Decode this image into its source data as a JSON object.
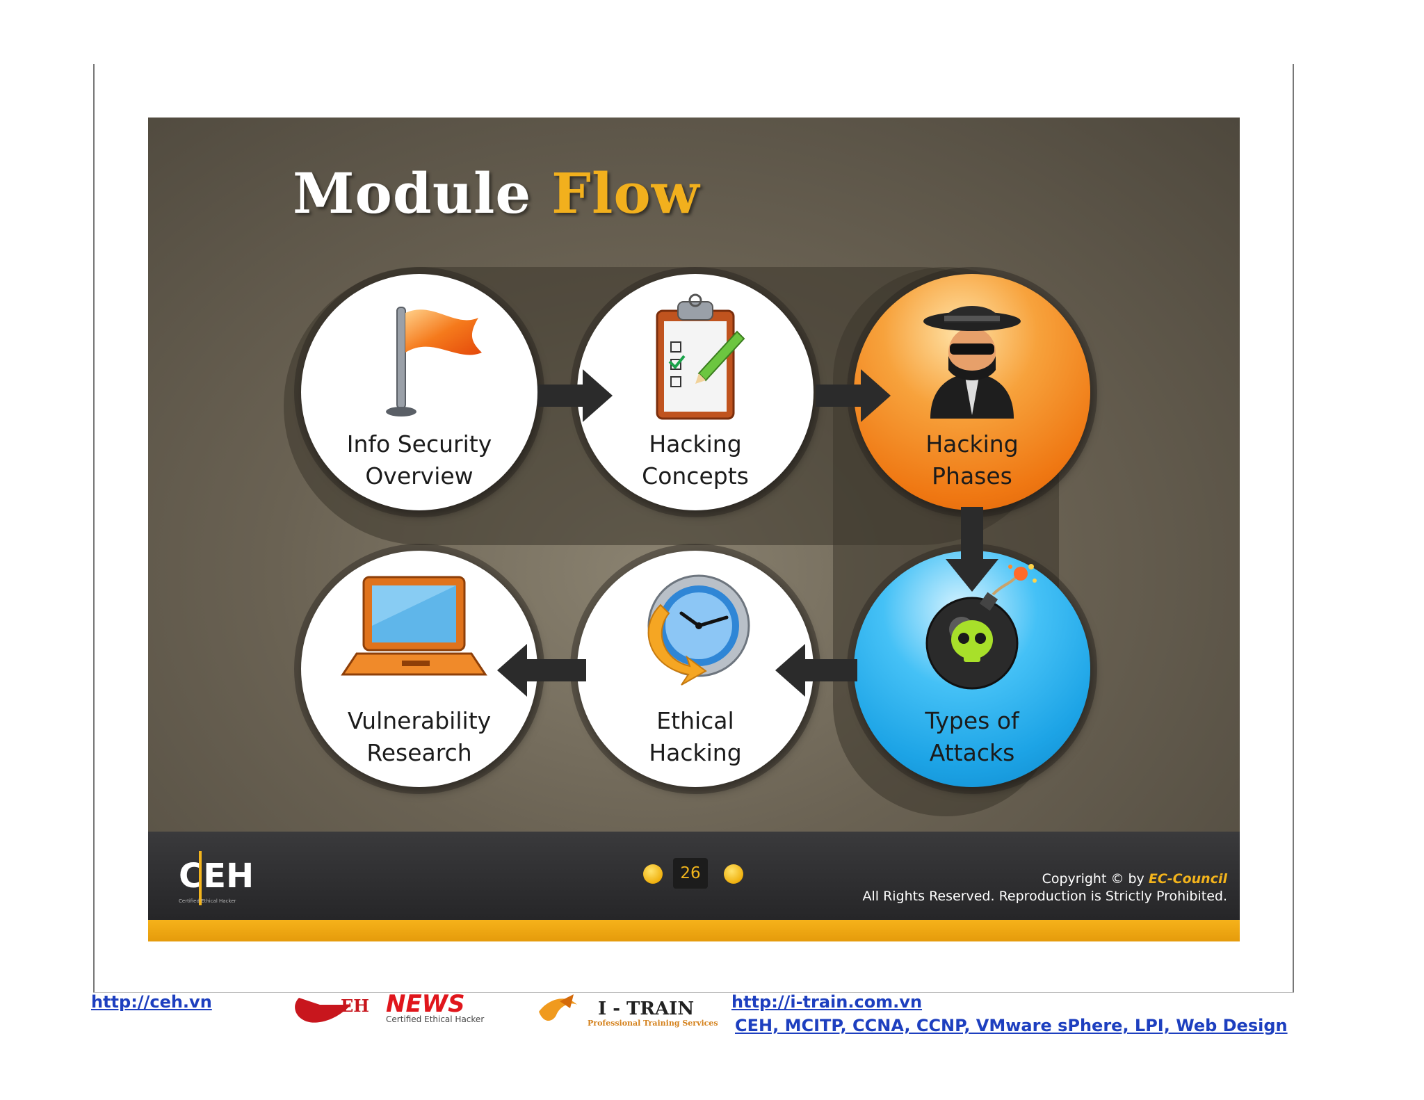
{
  "slide": {
    "title_main": "Module Flow",
    "title_word1": "Module",
    "title_word2": "Flow",
    "nodes": [
      {
        "label": "Info Security\nOverview",
        "icon": "flag-icon"
      },
      {
        "label": "Hacking\nConcepts",
        "icon": "clipboard-checklist-icon"
      },
      {
        "label": "Hacking\nPhases",
        "icon": "spy-hacker-icon"
      },
      {
        "label": "Types of\nAttacks",
        "icon": "skull-bomb-icon"
      },
      {
        "label": "Ethical\nHacking",
        "icon": "clock-icon"
      },
      {
        "label": "Vulnerability\nResearch",
        "icon": "laptop-icon"
      }
    ],
    "footer": {
      "page_number": "26",
      "copyright_prefix": "Copyright © by",
      "copyright_brand": "EC-Council",
      "rights": "All Rights Reserved. Reproduction is Strictly Prohibited.",
      "logo_text": "CEH",
      "logo_subtext": "Certified Ethical Hacker"
    },
    "colors": {
      "accent": "#f2b01d",
      "orange_node": "#ef7712",
      "blue_node": "#1da4e6"
    }
  },
  "page_footer": {
    "link_ceh": "http://ceh.vn",
    "ehnews_logo_text": "NEWS",
    "ehnews_logo_badge": "EH",
    "ehnews_tagline": "Certified Ethical Hacker",
    "itrain_logo_text": "I - TRAIN",
    "itrain_tagline": "Professional Training Services",
    "link_itrain": "http://i-train.com.vn",
    "courses": "CEH, MCITP, CCNA, CCNP, VMware sPhere, LPI, Web Design"
  }
}
